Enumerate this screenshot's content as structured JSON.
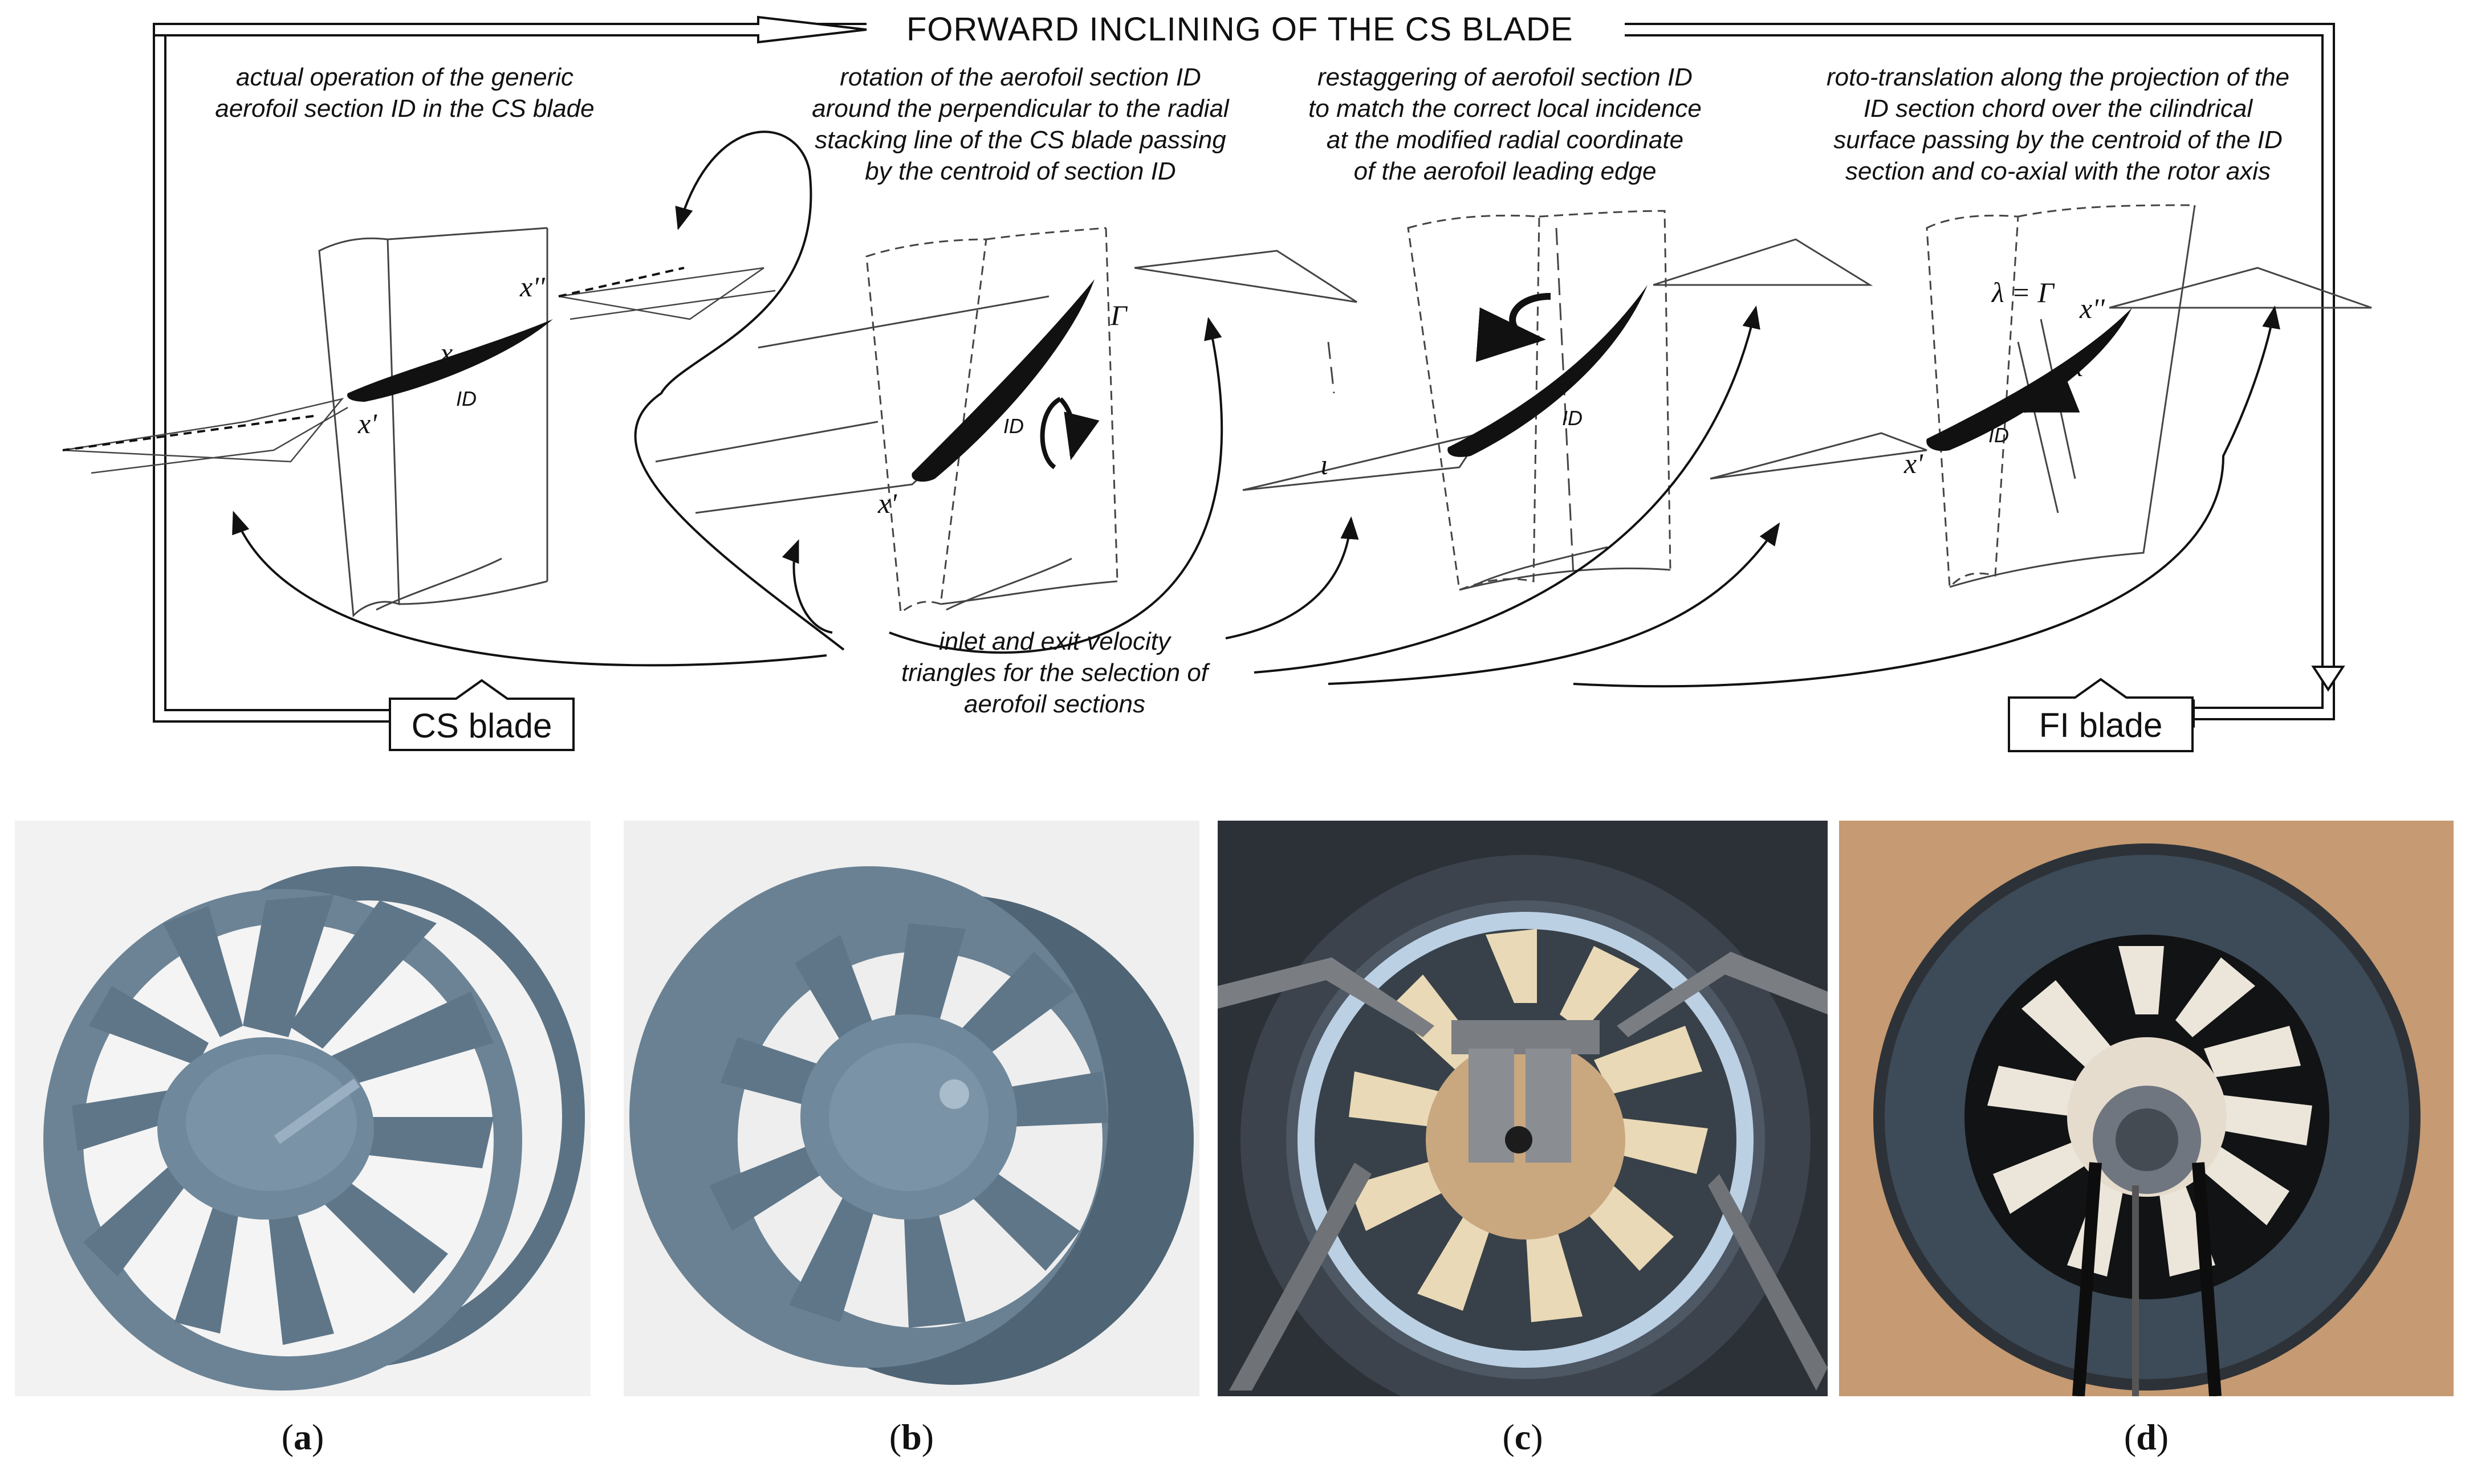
{
  "diagram": {
    "title": "FORWARD INCLINING OF THE CS BLADE",
    "captions": {
      "step1": "actual operation of the generic\naerofoil section ID in the CS blade",
      "step2": "rotation of the aerofoil section ID\naround the perpendicular to the radial\nstacking line of the CS blade passing\nby the centroid of section ID",
      "step3": "restaggering of aerofoil section ID\nto match the correct local incidence\nat the modified radial coordinate\nof the aerofoil leading edge",
      "step4": "roto-translation along the projection of the\nID section chord over the cilindrical\nsurface passing by the centroid of the ID\nsection and co-axial with the rotor axis",
      "velocity": "inlet and exit velocity\ntriangles for the selection of\naerofoil sections"
    },
    "start_box": "CS blade",
    "end_box": "FI blade",
    "symbols": {
      "id": "ID",
      "x": "x",
      "x_prime": "x'",
      "x_dprime": "x''",
      "gamma": "Γ",
      "iota": "ι",
      "lambda_eq": "λ = Γ"
    }
  },
  "panels": [
    {
      "label_open": "(",
      "label_letter": "a",
      "label_close": ")"
    },
    {
      "label_open": "(",
      "label_letter": "b",
      "label_close": ")"
    },
    {
      "label_open": "(",
      "label_letter": "c",
      "label_close": ")"
    },
    {
      "label_open": "(",
      "label_letter": "d",
      "label_close": ")"
    }
  ],
  "colors": {
    "cad_blue": "#5b7284",
    "cad_light": "#7d93a4",
    "cad_dark": "#3b4d5b",
    "blade_cream": "#ead9b6",
    "photo_dark": "#2a2f36",
    "wood": "#c69a72"
  }
}
